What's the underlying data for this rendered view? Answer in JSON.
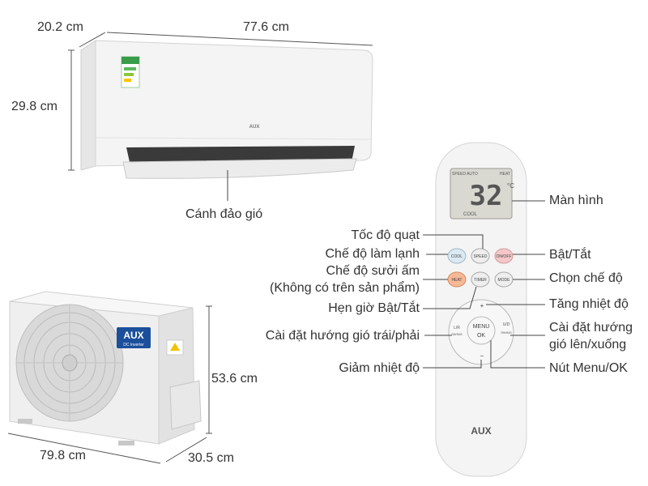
{
  "indoor_unit": {
    "depth": "20.2 cm",
    "width": "77.6 cm",
    "height": "29.8 cm",
    "brand_mark": "AUX",
    "louver_label": "Cánh đảo gió"
  },
  "outdoor_unit": {
    "height": "53.6 cm",
    "width": "79.8 cm",
    "depth": "30.5 cm",
    "brand_logo": "AUX",
    "brand_sub": "DC Inverter"
  },
  "remote": {
    "brand": "AUX",
    "display": {
      "top_left": "SPEED AUTO",
      "top_right": "HEAT",
      "temperature": "32",
      "unit": "°C",
      "bottom": "COOL"
    },
    "buttons": {
      "cool": "COOL",
      "speed": "SPEED",
      "onoff": "ON/OFF",
      "heat": "HEAT",
      "timer": "TIMER",
      "mode": "MODE",
      "lr": "L/R",
      "lr_sub": "SWING",
      "ud": "U/D",
      "ud_sub": "SWING",
      "menu": "MENU",
      "ok": "OK",
      "plus": "+",
      "minus": "−"
    }
  },
  "callouts": {
    "screen": "Màn hình",
    "fan_speed": "Tốc độ quạt",
    "cool_mode": "Chế độ làm lạnh",
    "power": "Bật/Tắt",
    "heat_mode": "Chế độ sưởi ấm",
    "heat_note": "(Không có trên sản phẩm)",
    "select_mode": "Chọn chế độ",
    "timer": "Hẹn giờ Bật/Tắt",
    "temp_up": "Tăng nhiệt độ",
    "lr_swing": "Cài đặt hướng gió trái/phải",
    "ud_swing_1": "Cài đặt hướng",
    "ud_swing_2": "gió lên/xuống",
    "temp_down": "Giảm nhiệt độ",
    "menu_ok": "Nút Menu/OK"
  },
  "colors": {
    "text": "#333333",
    "line": "#444444",
    "unit_white": "#f2f2f2",
    "unit_shadow": "#d8d8d8",
    "lcd": "#d9d9d2",
    "cool_button": "#dbe9f2",
    "onoff_button": "#f4c7c9",
    "heat_button": "#f6b996",
    "aux_blue": "#1b4f9c"
  }
}
